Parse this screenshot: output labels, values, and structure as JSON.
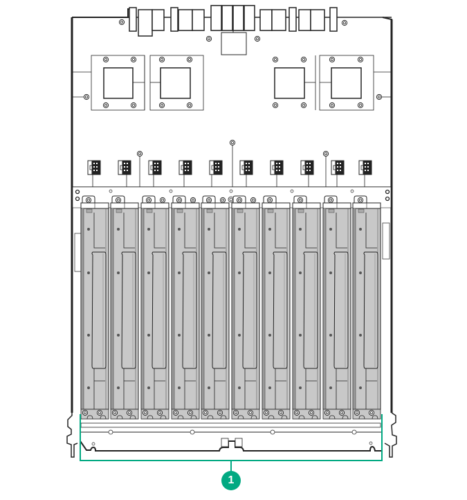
{
  "diagram": {
    "type": "hardware-illustration",
    "subject": "server chassis top view with module bays",
    "bay_count": 10,
    "fan_count": 10,
    "heatsink_count": 4,
    "colors": {
      "line": "#222222",
      "bay_fill": "#c8c8c8",
      "bay_dark": "#9a9a9a",
      "callout": "#01a982"
    }
  },
  "callouts": [
    {
      "label": "1",
      "target": "module bays (all 10)"
    }
  ]
}
